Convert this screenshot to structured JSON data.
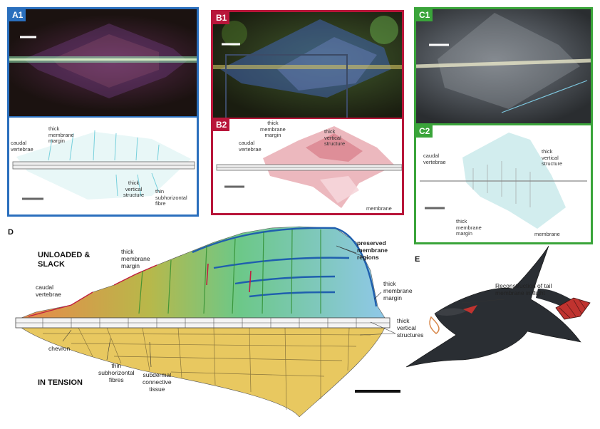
{
  "panels": {
    "A1": {
      "tag": "A1",
      "color": "#2a6fbd"
    },
    "B1": {
      "tag": "B1",
      "color": "#b8163a"
    },
    "B2": {
      "tag": "B2"
    },
    "C1": {
      "tag": "C1",
      "color": "#3aa43a"
    },
    "C2": {
      "tag": "C2"
    },
    "D": {
      "tag": "D"
    },
    "E": {
      "tag": "E"
    }
  },
  "labels_a": {
    "caudal_vertebrae": "caudal\nvertebrae",
    "thick_membrane_margin": "thick\nmembrane\nmargin",
    "thick_vertical_structure": "thick\nvertical\nstructure",
    "thin_subhorizontal_fibre": "thin\nsubhorizontal\nfibre"
  },
  "labels_b": {
    "thick_membrane_margin": "thick\nmembrane\nmargin",
    "caudal_vertebrae": "caudal\nvertebrae",
    "thick_vertical_structure": "thick\nvertical\nstructure",
    "membrane": "membrane"
  },
  "labels_c": {
    "caudal_vertebrae": "caudal\nvertebrae",
    "thick_vertical_structure": "thick\nvertical\nstructure",
    "thick_membrane_margin": "thick\nmembrane\nmargin",
    "membrane": "membrane"
  },
  "labels_d": {
    "unloaded": "UNLOADED &\nSLACK",
    "in_tension": "IN TENSION",
    "thick_membrane_margin_top": "thick\nmembrane\nmargin",
    "preserved": "preserved\nmembrane\nregions",
    "thick_membrane_margin_right": "thick\nmembrane\nmargin",
    "caudal_vertebrae": "caudal\nvertebrae",
    "thick_vertical_structures": "thick\nvertical\nstructures",
    "chevron": "chevron",
    "thin_fibres": "thin\nsubhorizontal\nfibres",
    "subdermal": "subdermal\nconnective\ntissue"
  },
  "labels_e": {
    "reconstruction": "Reconstruction of tail\nmembrane in flight"
  }
}
